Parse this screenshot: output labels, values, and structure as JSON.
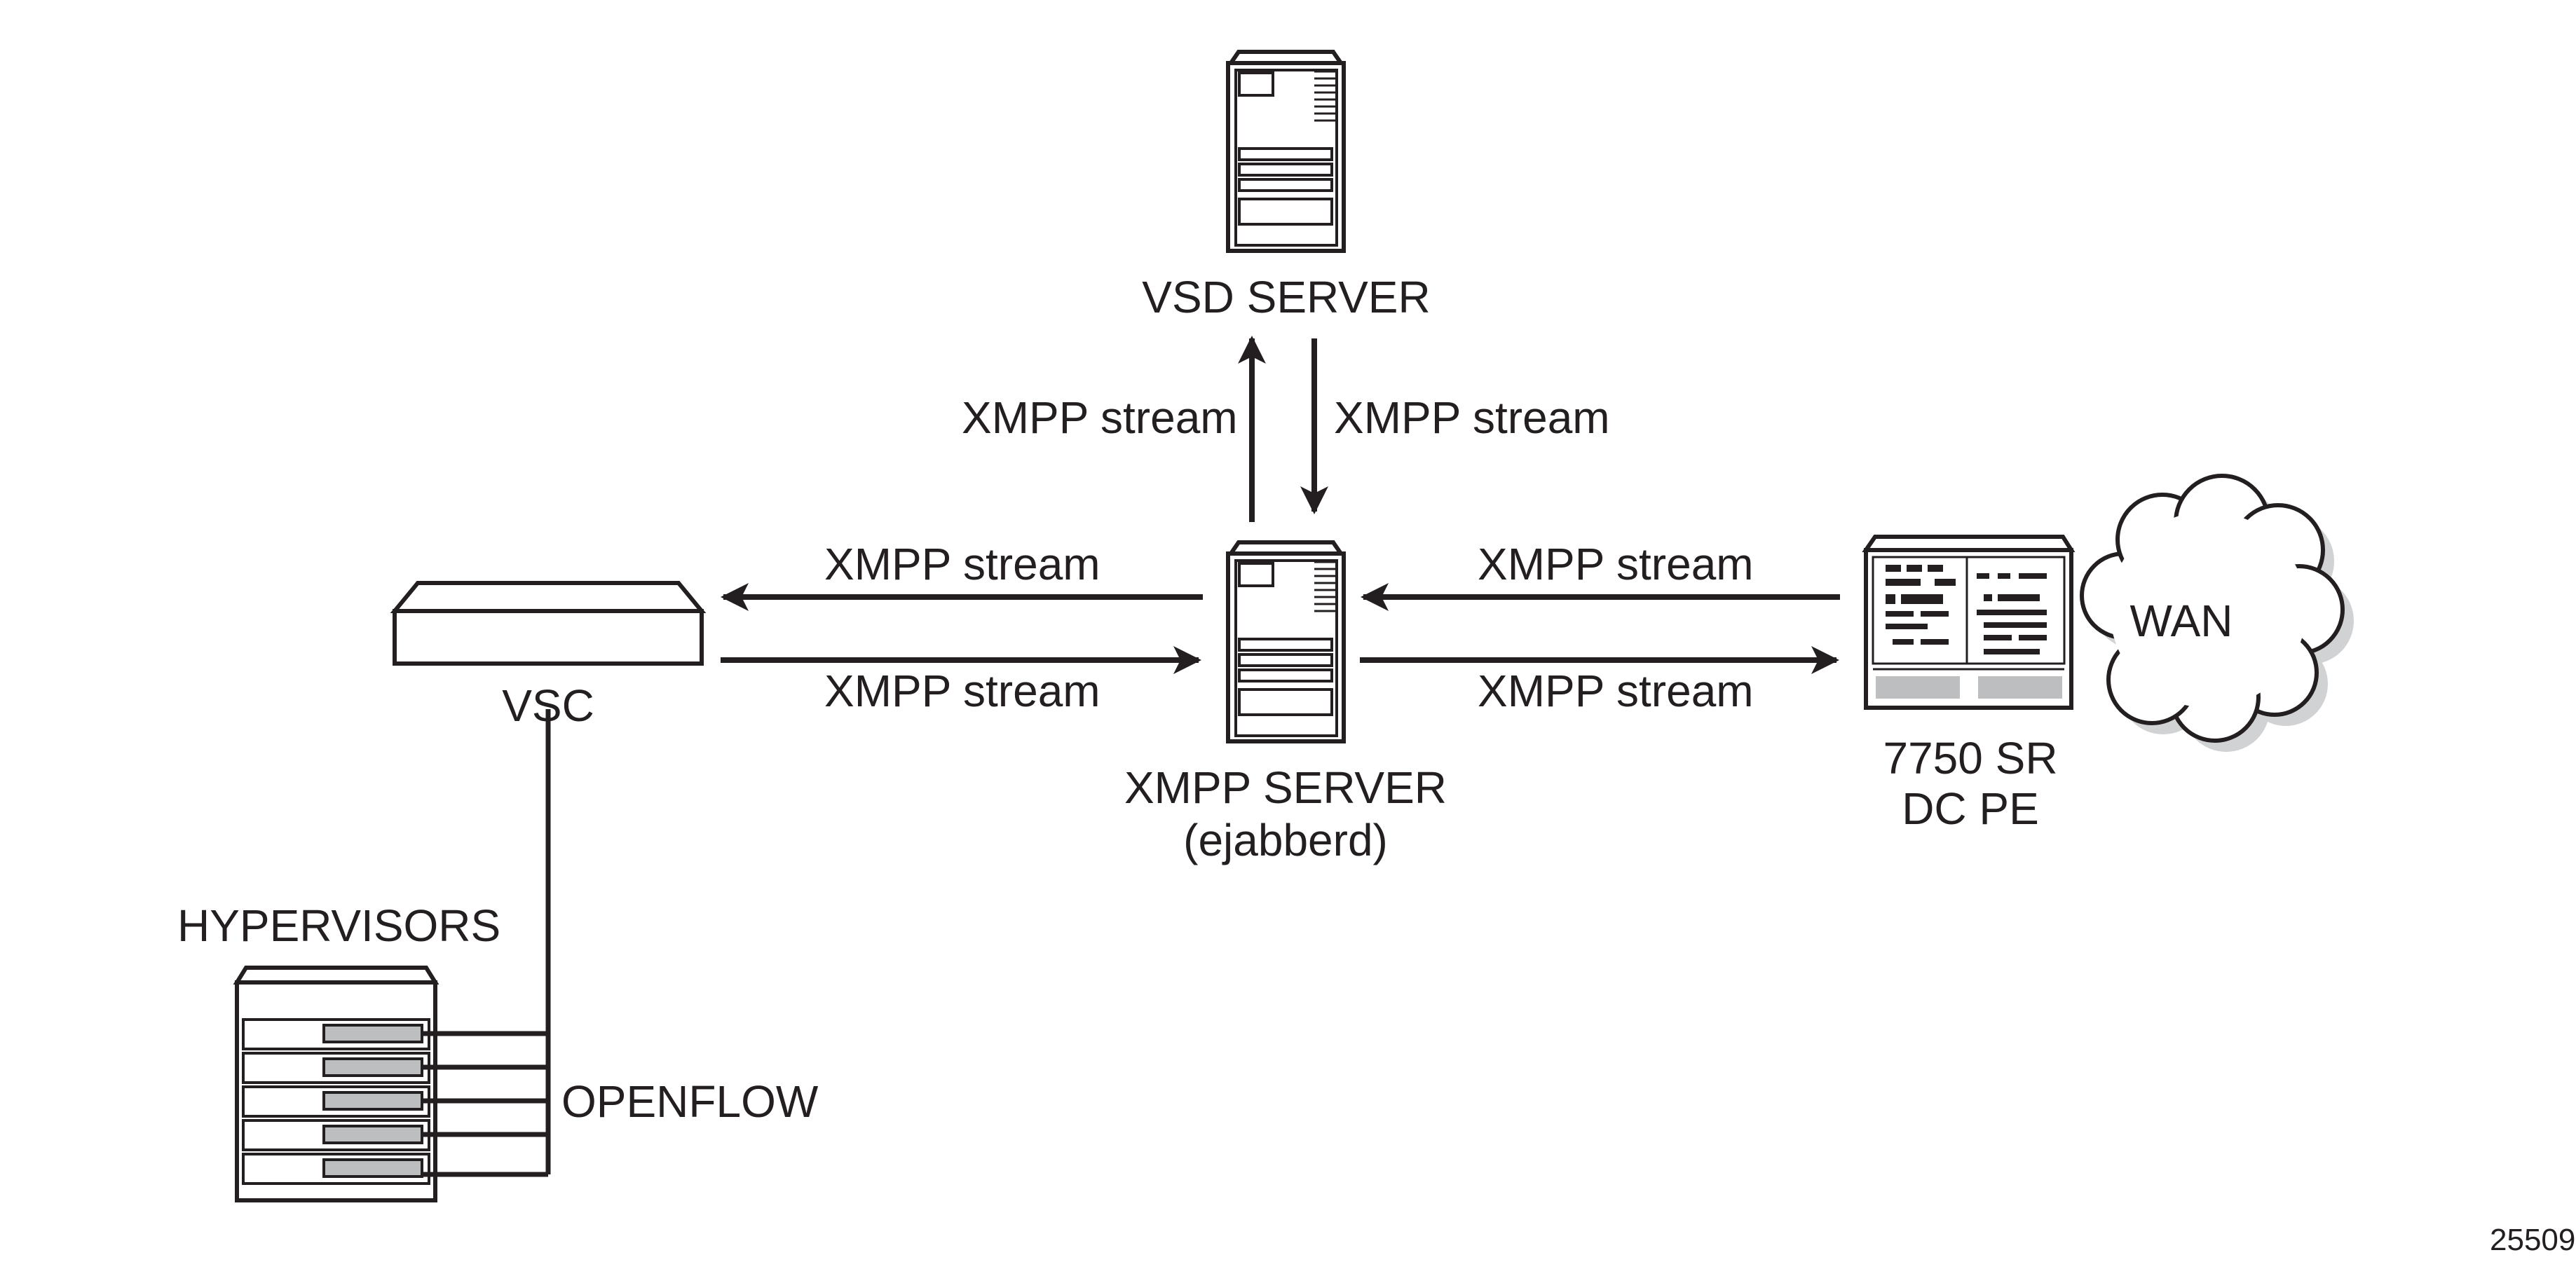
{
  "nodes": {
    "vsd_server": {
      "label": "VSD SERVER"
    },
    "xmpp_server": {
      "label_line1": "XMPP SERVER",
      "label_line2": "(ejabberd)"
    },
    "vsc": {
      "label": "VSC"
    },
    "router": {
      "label_line1": "7750 SR",
      "label_line2": "DC PE"
    },
    "wan": {
      "label": "WAN"
    },
    "hypervisors": {
      "label": "HYPERVISORS"
    }
  },
  "links": {
    "xmpp_to_vsd": "XMPP stream",
    "vsd_to_xmpp": "XMPP stream",
    "xmpp_to_vsc": "XMPP stream",
    "vsc_to_xmpp": "XMPP stream",
    "router_to_xmpp": "XMPP stream",
    "xmpp_to_router": "XMPP stream",
    "vsc_to_hypervisors": "OPENFLOW"
  },
  "figure_id": "25509",
  "colors": {
    "stroke": "#231f20",
    "fill": "#ffffff",
    "gray": "#bdbec0",
    "shadow": "#d1d2d4"
  }
}
